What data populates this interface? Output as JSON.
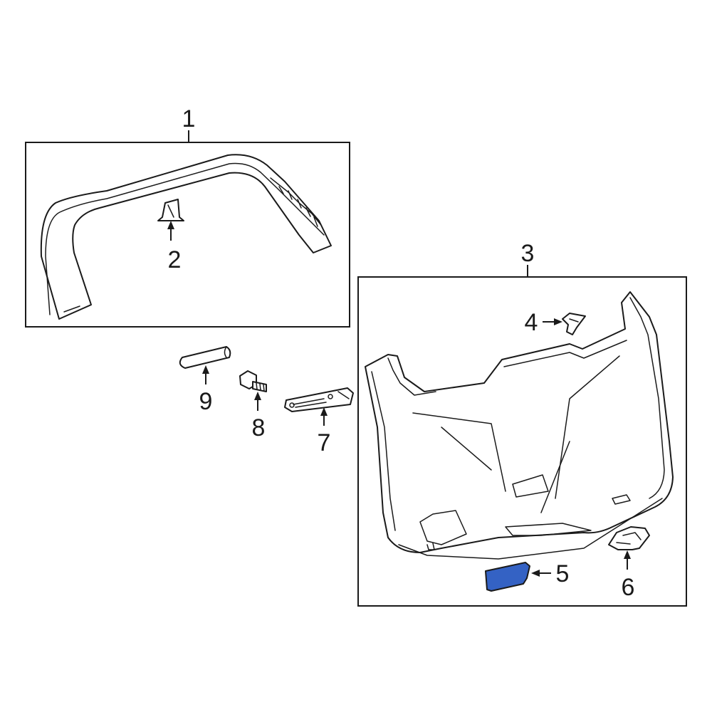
{
  "callouts": {
    "c1": "1",
    "c2": "2",
    "c3": "3",
    "c4": "4",
    "c5": "5",
    "c6": "6",
    "c7": "7",
    "c8": "8",
    "c9": "9"
  },
  "colors": {
    "highlight": "#3462c4",
    "line": "#1a1a1a"
  }
}
